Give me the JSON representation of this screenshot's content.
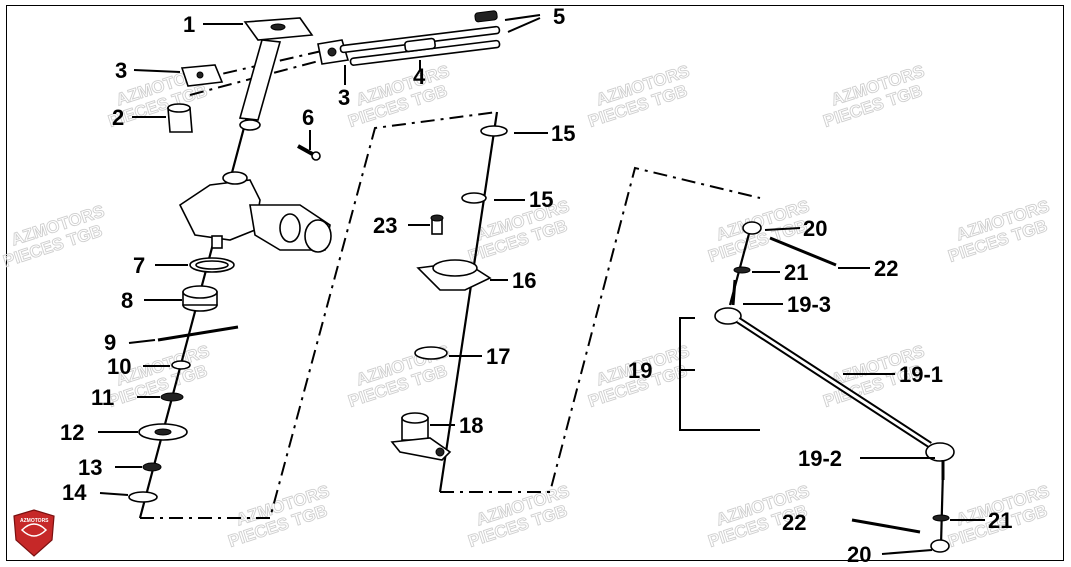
{
  "diagram": {
    "callouts": [
      {
        "id": "1",
        "label": "1"
      },
      {
        "id": "2",
        "label": "2"
      },
      {
        "id": "3a",
        "label": "3"
      },
      {
        "id": "3b",
        "label": "3"
      },
      {
        "id": "4",
        "label": "4"
      },
      {
        "id": "5",
        "label": "5"
      },
      {
        "id": "6",
        "label": "6"
      },
      {
        "id": "7",
        "label": "7"
      },
      {
        "id": "8",
        "label": "8"
      },
      {
        "id": "9",
        "label": "9"
      },
      {
        "id": "10",
        "label": "10"
      },
      {
        "id": "11",
        "label": "11"
      },
      {
        "id": "12",
        "label": "12"
      },
      {
        "id": "13",
        "label": "13"
      },
      {
        "id": "14",
        "label": "14"
      },
      {
        "id": "15a",
        "label": "15"
      },
      {
        "id": "15b",
        "label": "15"
      },
      {
        "id": "16",
        "label": "16"
      },
      {
        "id": "17",
        "label": "17"
      },
      {
        "id": "18",
        "label": "18"
      },
      {
        "id": "23",
        "label": "23"
      },
      {
        "id": "20a",
        "label": "20"
      },
      {
        "id": "21a",
        "label": "21"
      },
      {
        "id": "22a",
        "label": "22"
      },
      {
        "id": "19-3",
        "label": "19-3"
      },
      {
        "id": "19",
        "label": "19"
      },
      {
        "id": "19-1",
        "label": "19-1"
      },
      {
        "id": "19-2",
        "label": "19-2"
      },
      {
        "id": "22b",
        "label": "22"
      },
      {
        "id": "21b",
        "label": "21"
      },
      {
        "id": "20b",
        "label": "20"
      }
    ],
    "watermark": {
      "line1": "AZMOTORS",
      "line2": "PIECES TGB"
    },
    "logo": {
      "text": "AZMOTORS",
      "color": "#d32f2f"
    }
  }
}
